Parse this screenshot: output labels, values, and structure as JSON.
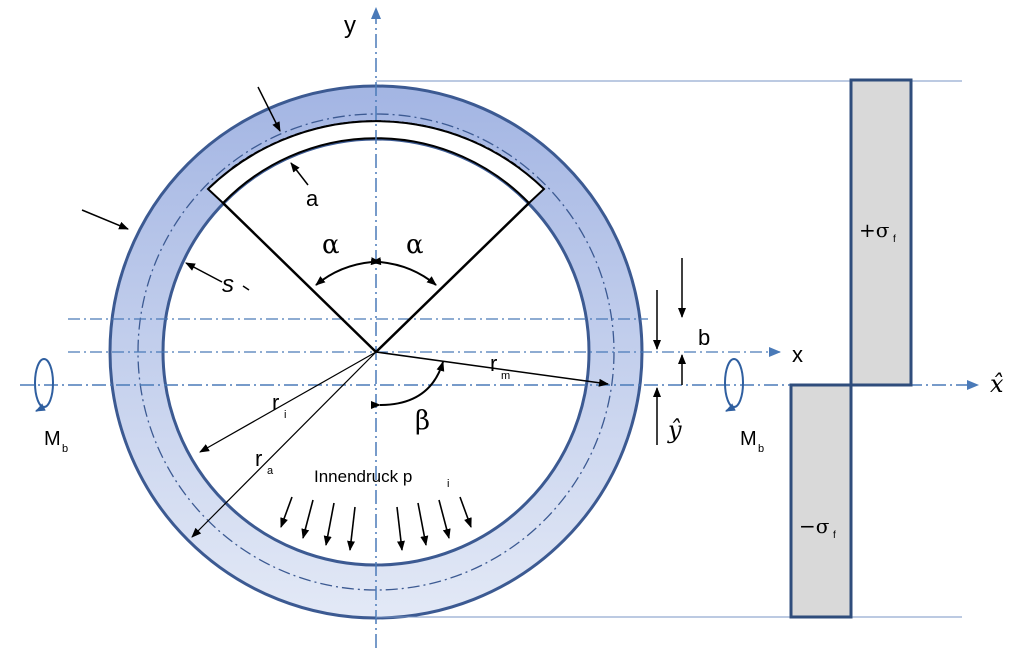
{
  "colors": {
    "ring_outer": "#a3b5e3",
    "ring_inner": "#e3e9f6",
    "ring_stroke": "#3c5a92",
    "axis": "#4a7ab8",
    "stress_fill": "#d9d9d9",
    "stress_stroke": "#2f4d7c",
    "line": "#000000"
  },
  "labels": {
    "y_axis": "y",
    "x_axis": "x",
    "x_hat_axis": "x̂",
    "y_hat": "ŷ",
    "b": "b",
    "a": "a",
    "s": "s",
    "alpha": "α",
    "beta": "β",
    "r": "r",
    "sub_m": "m",
    "sub_i": "i",
    "sub_a": "a",
    "M": "M",
    "sub_b": "b",
    "innendruck": "Innendruck p",
    "innendruck_sub": "i",
    "sigma_pos": "+σ",
    "sigma_neg": "−σ",
    "sigma_sub": "f"
  }
}
